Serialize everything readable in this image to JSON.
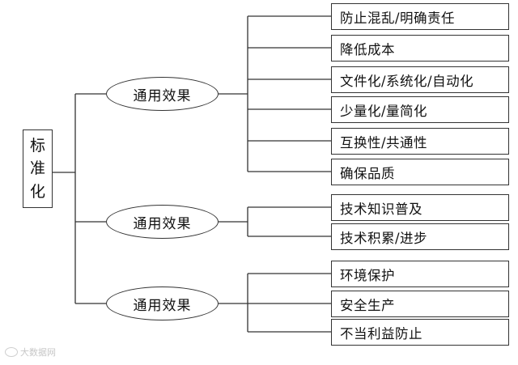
{
  "root": {
    "chars": [
      "标",
      "准",
      "化"
    ]
  },
  "groups": [
    {
      "label": "通用效果",
      "leaves": [
        "防止混乱/明确责任",
        "降低成本",
        "文件化/系统化/自动化",
        "少量化/量简化",
        "互换性/共通性",
        "确保品质"
      ]
    },
    {
      "label": "通用效果",
      "leaves": [
        "技术知识普及",
        "技术积累/进步"
      ]
    },
    {
      "label": "通用效果",
      "leaves": [
        "环境保护",
        "安全生产",
        "不当利益防止"
      ]
    }
  ],
  "watermark": {
    "text": "大数据网",
    "icon": "logo-icon"
  },
  "colors": {
    "stroke": "#333333",
    "text": "#111111",
    "watermark": "#c7c7c7"
  }
}
